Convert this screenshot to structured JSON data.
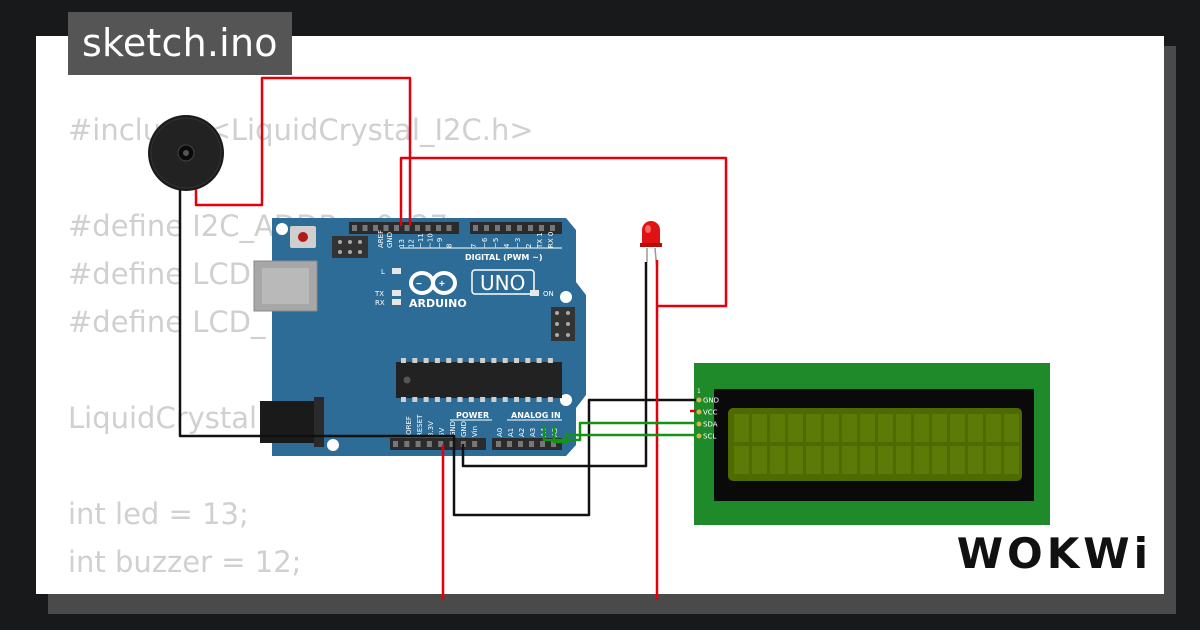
{
  "project": {
    "filename": "sketch.ino"
  },
  "code_lines": [
    "#include <LiquidCrystal_I2C.h>",
    "",
    "#define I2C_ADDR    0x27",
    "#define LCD",
    "#define LCD_",
    "",
    "LiquidCrystal",
    "",
    "int led = 13;",
    "int buzzer = 12;"
  ],
  "board": {
    "brand": "ARDUINO",
    "model": "UNO",
    "digital_header": "DIGITAL (PWM ~)",
    "power_header": "POWER",
    "analog_header": "ANALOG IN",
    "aref": "AREF",
    "gnd": "GND",
    "on_label": "ON",
    "l_label": "L",
    "tx_label": "TX",
    "rx_label": "RX",
    "digital_pins": [
      "13",
      "12",
      "~11",
      "~10",
      "~9",
      "8",
      "7",
      "~6",
      "~5",
      "4",
      "~3",
      "2",
      "TX 1",
      "RX 0"
    ],
    "power_pins": [
      "IOREF",
      "RESET",
      "3.3V",
      "5V",
      "GND",
      "GND",
      "Vin"
    ],
    "analog_pins": [
      "A0",
      "A1",
      "A2",
      "A3",
      "A4",
      "A5"
    ]
  },
  "lcd": {
    "pin_labels": [
      "GND",
      "VCC",
      "SDA",
      "SCL"
    ],
    "pin1_label": "1"
  },
  "colors": {
    "wire_red": "#e3000b",
    "wire_black": "#111111",
    "wire_green": "#149414",
    "board_blue": "#2d6c96",
    "lcd_green": "#1e8a2a",
    "lcd_screen": "#4f6a00"
  },
  "logo": {
    "text": "WOKWi"
  }
}
